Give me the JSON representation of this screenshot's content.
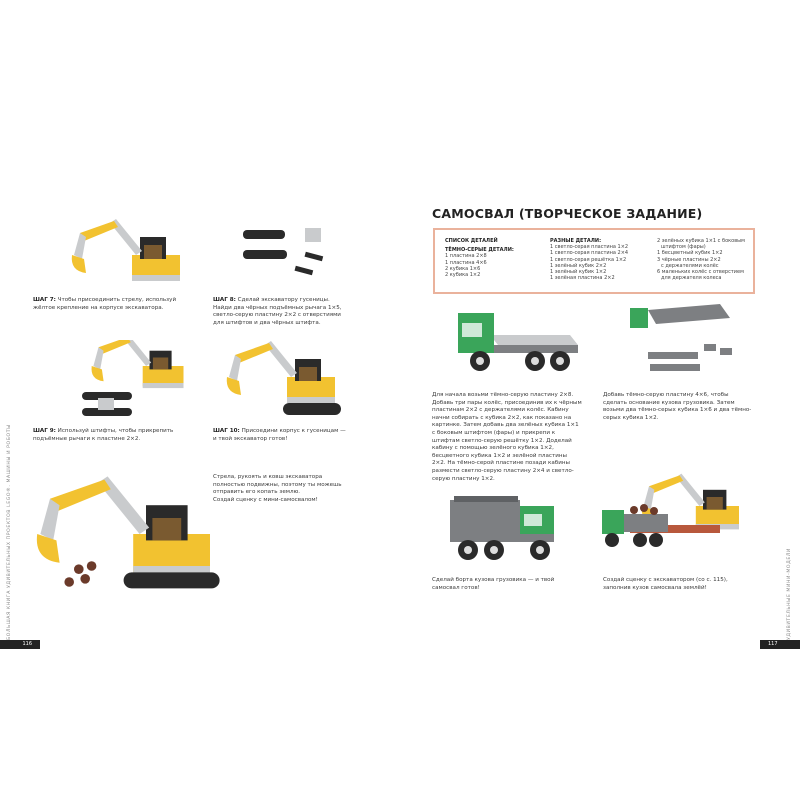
{
  "left_page": {
    "number": "116",
    "running_head": "БОЛЬШАЯ КНИГА УДИВИТЕЛЬНЫХ ПРОЕКТОВ LEGO®. МАШИНЫ И РОБОТЫ",
    "steps": [
      {
        "label": "ШАГ 7:",
        "text": "Чтобы присоединить стрелу, используй жёлтое крепление на корпусе экскаватора."
      },
      {
        "label": "ШАГ 8:",
        "text": "Сделай экскаватору гусеницы. Найди два чёрных подъёмных рычага 1×5, светло-серую пластину 2×2 с отверстиями для штифтов и два чёрных штифта."
      },
      {
        "label": "ШАГ 9:",
        "text": "Используй штифты, чтобы прикрепить подъёмные рычаги к пластине 2×2."
      },
      {
        "label": "ШАГ 10:",
        "text": "Присоедини корпус к гусеницам — и твой экскаватор готов!"
      }
    ],
    "caption": [
      "Стрела, рукоять и ковш экскаватора",
      "полностью подвижны, поэтому ты можешь",
      "отправить его копать землю.",
      "Создай сценку с мини-самосвалом!"
    ]
  },
  "right_page": {
    "number": "117",
    "running_head": "УДИВИТЕЛЬНЫЕ МИНИ-МОДЕЛИ",
    "title": "САМОСВАЛ (ТВОРЧЕСКОЕ ЗАДАНИЕ)",
    "parts": {
      "heading": "СПИСОК ДЕТАЛЕЙ",
      "dark_grey_heading": "ТЁМНО-СЕРЫЕ ДЕТАЛИ:",
      "dark_grey": [
        "1 пластина 2×8",
        "1 пластина 4×6",
        "2 кубика 1×6",
        "2 кубика 1×2"
      ],
      "misc_heading": "РАЗНЫЕ ДЕТАЛИ:",
      "misc": [
        "1 светло-серая пластина 1×2",
        "1 светло-серая пластина 2×4",
        "1 светло-серая решётка 1×2",
        "1 зелёный кубик 2×2",
        "1 зелёный кубик 1×2",
        "1 зелёная пластина 2×2"
      ],
      "misc2": [
        "2 зелёных кубика 1×1 с боковым",
        "штифтом (фары)",
        "1 бесцветный кубик 1×2",
        "3 чёрные пластины 2×2",
        "с держателями колёс",
        "6 маленьких колёс с отверстием",
        "для держателя колеса"
      ]
    },
    "paragraphs": [
      "Для начала возьми тёмно-серую пластину 2×8. Добавь три пары колёс, присоединив их к чёрным пластинам 2×2 с держателями колёс. Кабину начни собирать с кубика 2×2, как показано на картинке. Затем добавь два зелёных кубика 1×1 с боковым штифтом (фары) и прикрепи к штифтам светло-серую решётку 1×2. Доделай кабину с помощью зелёного кубика 1×2, бесцветного кубика 1×2 и зелёной пластины 2×2. На тёмно-серой пластине позади кабины размести светло-серую пластину 2×4 и светло-серую пластину 1×2.",
      "Добавь тёмно-серую пластину 4×6, чтобы сделать основание кузова грузовика. Затем возьми два тёмно-серых кубика 1×6 и два тёмно-серых кубика 1×2.",
      "Сделай борта кузова грузовика — и твой самосвал готов!",
      "Создай сценку с экскаватором (со с. 115), заполнив кузов самосвала землёй!"
    ]
  },
  "colors": {
    "yellow": "#f2c230",
    "black": "#2a2a2a",
    "green": "#3aa55a",
    "grey": "#7d7f82",
    "light_grey": "#c9cbcd",
    "box_border": "#eab29c",
    "brown": "#6b3a2a"
  }
}
